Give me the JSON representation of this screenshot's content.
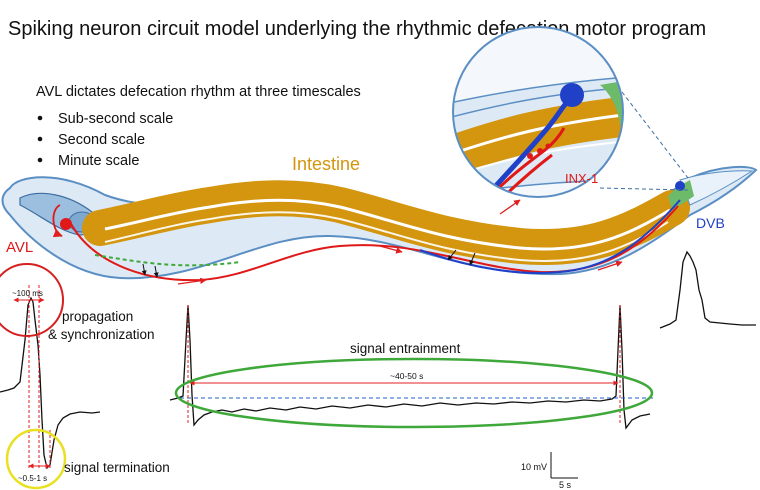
{
  "title": "Spiking neuron circuit model underlying the rhythmic defecation motor program",
  "intro": "AVL dictates defecation rhythm at three timescales",
  "timescales": [
    "Sub-second scale",
    "Second scale",
    "Minute scale"
  ],
  "labels": {
    "intestine": "Intestine",
    "avl": "AVL",
    "dvb": "DVB",
    "inx1": "INX-1",
    "propagation_1": "propagation",
    "propagation_2": "& synchronization",
    "termination": "signal termination",
    "entrainment": "signal entrainment",
    "t100ms": "~100 ms",
    "t05_1s": "~0.5-1 s",
    "t40_50s": "~40-50 s",
    "scale_mv": "10 mV",
    "scale_s": "5 s"
  },
  "colors": {
    "intestine": "#D4950F",
    "body_fill": "#DDEAF5",
    "body_outline": "#5B8FC4",
    "avl": "#E01818",
    "dvb": "#2040C8",
    "entrainment_ellipse": "#3FA83A",
    "sub_second_circle": "#D62020",
    "termination_circle": "#E8E020",
    "title_text": "#111111"
  }
}
